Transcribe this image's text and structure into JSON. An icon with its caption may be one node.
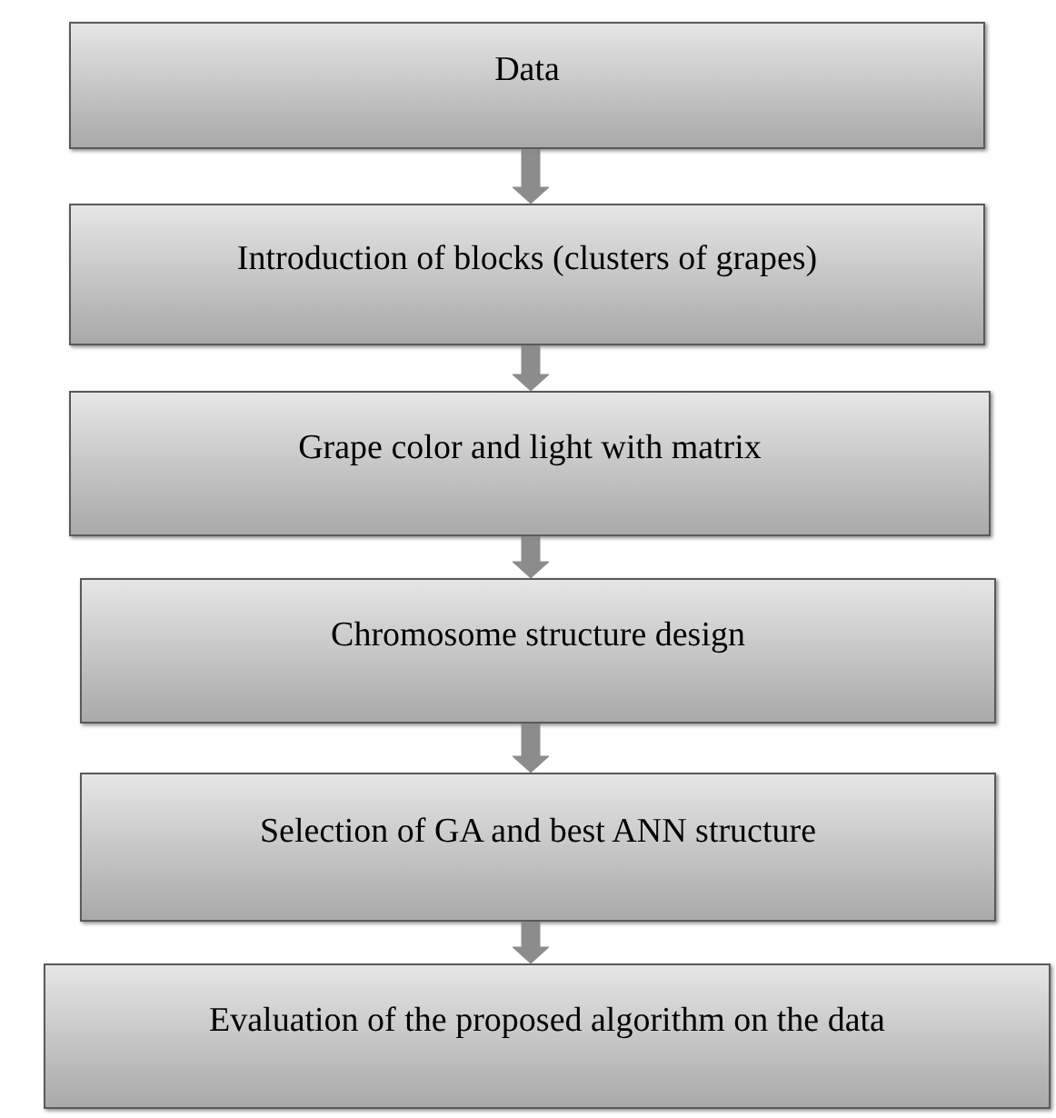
{
  "diagram": {
    "nodes": [
      {
        "text": [
          "Data"
        ]
      },
      {
        "text": [
          "Introduction of blocks (clusters of grapes)"
        ]
      },
      {
        "text": [
          "Grape color and light with matrix"
        ]
      },
      {
        "text": [
          "Chromosome structure design"
        ]
      },
      {
        "text": [
          "Selection of GA and best ANN structure"
        ]
      },
      {
        "text": [
          "Evaluation of the proposed algorithm on the data"
        ]
      }
    ],
    "edges": [
      {
        "from": 0,
        "to": 1,
        "arrow": "to"
      },
      {
        "from": 1,
        "to": 2,
        "arrow": "to"
      },
      {
        "from": 2,
        "to": 3,
        "arrow": "to"
      },
      {
        "from": 3,
        "to": 4,
        "arrow": "to"
      },
      {
        "from": 4,
        "to": 5,
        "arrow": "to"
      }
    ]
  }
}
